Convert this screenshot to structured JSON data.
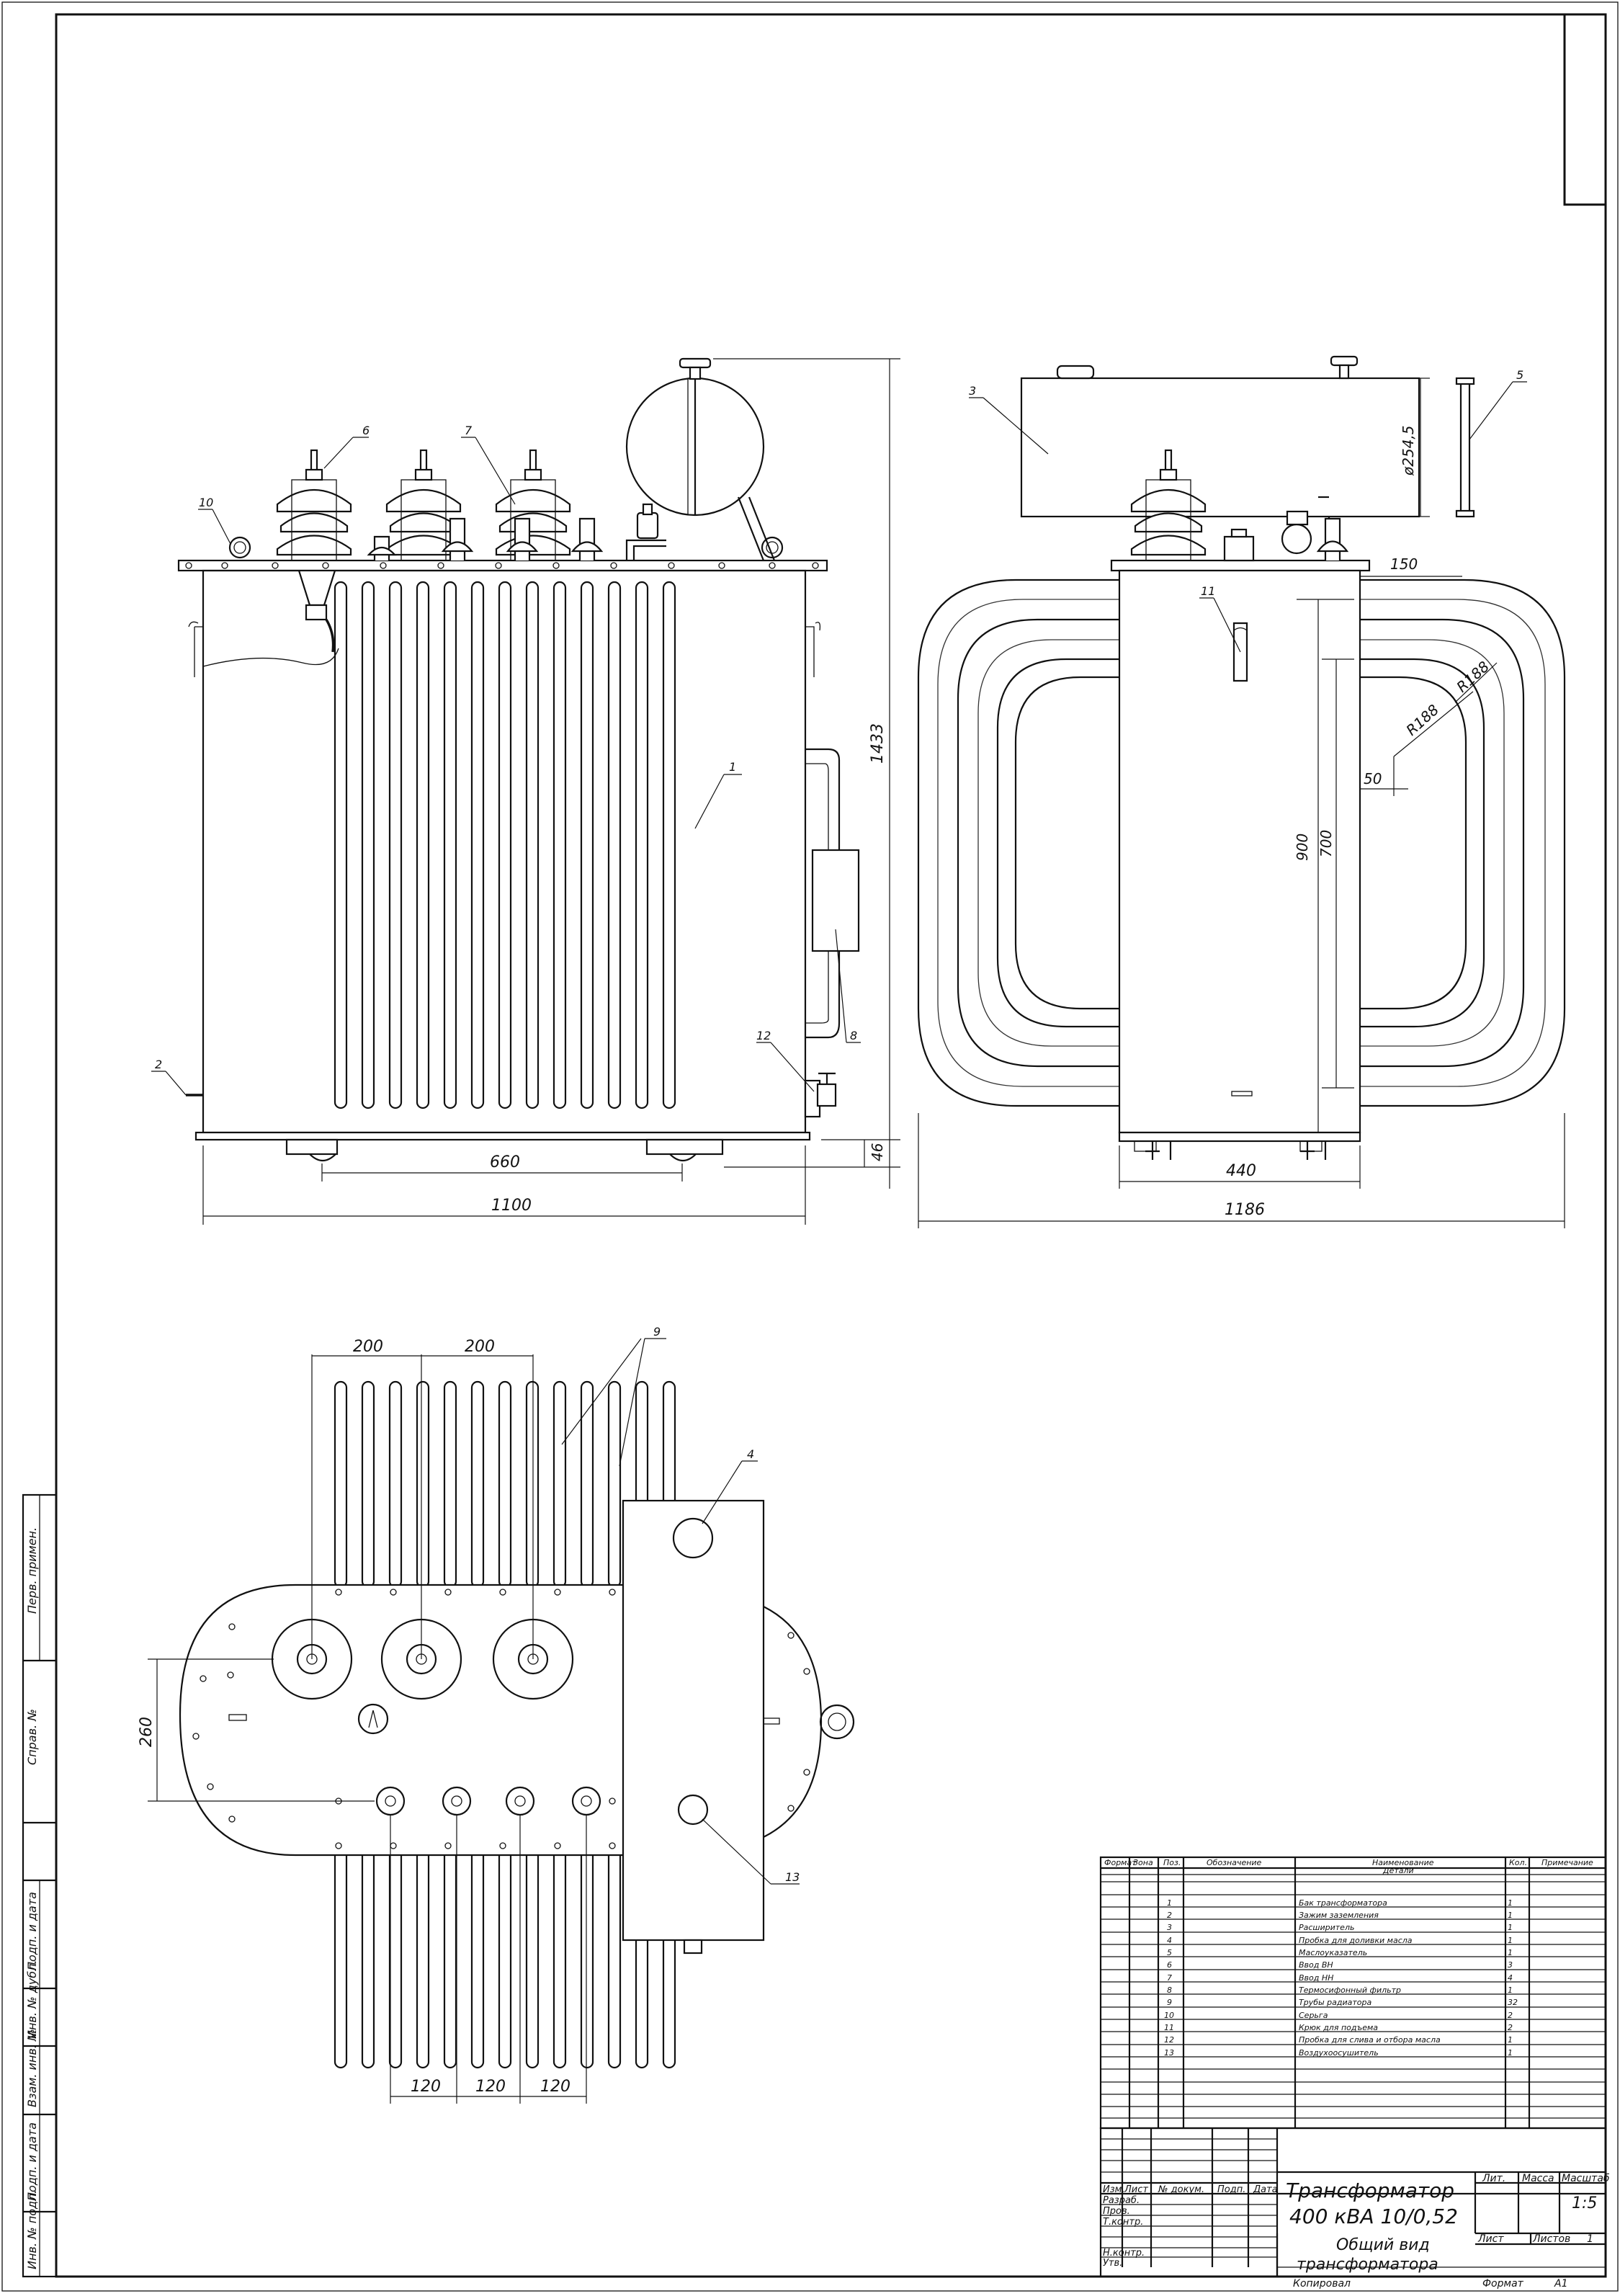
{
  "dimensions": {
    "front": {
      "d660": "660",
      "d1100": "1100",
      "d1433": "1433",
      "d46": "46"
    },
    "side": {
      "d150": "150",
      "r188a": "R188",
      "r188b": "R188",
      "d50": "50",
      "d900": "900",
      "d700": "700",
      "d440": "440",
      "d1186": "1186",
      "d254": "ø254,5"
    },
    "plan": {
      "d200a": "200",
      "d200b": "200",
      "d260": "260",
      "d120a": "120",
      "d120b": "120",
      "d120c": "120"
    }
  },
  "callouts": {
    "c1": "1",
    "c2": "2",
    "c3": "3",
    "c4": "4",
    "c5": "5",
    "c6": "6",
    "c7": "7",
    "c8": "8",
    "c9": "9",
    "c10": "10",
    "c11": "11",
    "c12": "12",
    "c13": "13"
  },
  "left_margin": [
    "Перв. примен.",
    "Справ. №",
    "Подп. и дата",
    "Инв. № дубл.",
    "Взам. инв. №",
    "Подп. и дата",
    "Инв. № подл."
  ],
  "spec": {
    "headers": [
      "Формат",
      "Зона",
      "Поз.",
      "Обозначение",
      "Наименование",
      "Кол.",
      "Примечание"
    ],
    "section": "Детали",
    "rows": [
      {
        "pos": "1",
        "name": "Бак трансформатора",
        "qty": "1"
      },
      {
        "pos": "2",
        "name": "Зажим заземления",
        "qty": "1"
      },
      {
        "pos": "3",
        "name": "Расширитель",
        "qty": "1"
      },
      {
        "pos": "4",
        "name": "Пробка для доливки масла",
        "qty": "1"
      },
      {
        "pos": "5",
        "name": "Маслоуказатель",
        "qty": "1"
      },
      {
        "pos": "6",
        "name": "Ввод ВН",
        "qty": "3"
      },
      {
        "pos": "7",
        "name": "Ввод НН",
        "qty": "4"
      },
      {
        "pos": "8",
        "name": "Термосифонный фильтр",
        "qty": "1"
      },
      {
        "pos": "9",
        "name": "Трубы радиатора",
        "qty": "32"
      },
      {
        "pos": "10",
        "name": "Серьга",
        "qty": "2"
      },
      {
        "pos": "11",
        "name": "Крюк для подъема",
        "qty": "2"
      },
      {
        "pos": "12",
        "name": "Пробка для слива и отбора масла",
        "qty": "1"
      },
      {
        "pos": "13",
        "name": "Воздухоосушитель",
        "qty": "1"
      }
    ]
  },
  "title_block": {
    "title_line1": "Трансформатор",
    "title_line2": "400 кВА 10/0,52",
    "sub_line1": "Общий вид",
    "sub_line2": "трансформатора",
    "col_headers": [
      "Изм.",
      "Лист",
      "№ докум.",
      "Подп.",
      "Дата"
    ],
    "roles": [
      "Разраб.",
      "Пров.",
      "Т.контр.",
      "Н.контр.",
      "Утв."
    ],
    "lit": "Лит.",
    "mass": "Масса",
    "scale": "Масштаб",
    "scale_value": "1:5",
    "sheet": "Лист",
    "sheets": "Листов",
    "sheets_value": "1",
    "copied": "Копировал",
    "format": "Формат",
    "format_value": "A1"
  }
}
